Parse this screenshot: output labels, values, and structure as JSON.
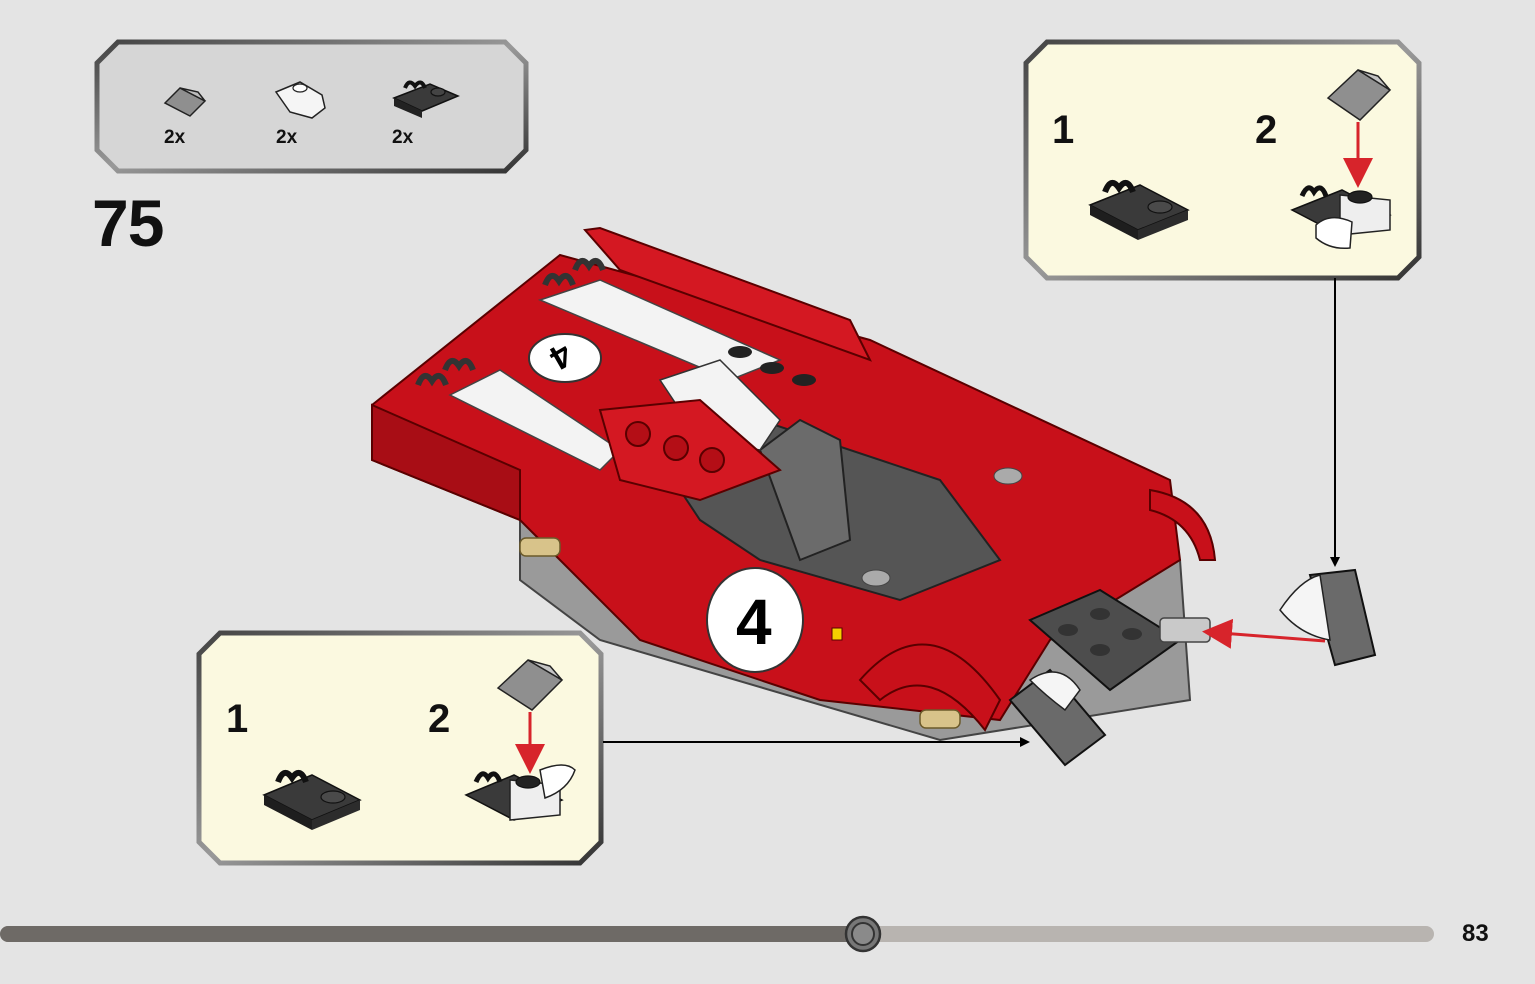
{
  "step": {
    "number": "75"
  },
  "parts_list": {
    "items": [
      {
        "icon": "grey-slope-piece-icon",
        "quantity": "2x"
      },
      {
        "icon": "white-curved-plate-icon",
        "quantity": "2x"
      },
      {
        "icon": "black-clip-plate-icon",
        "quantity": "2x"
      }
    ]
  },
  "sub_assembly_top": {
    "step_1": "1",
    "step_2": "2"
  },
  "sub_assembly_bottom": {
    "step_1": "1",
    "step_2": "2"
  },
  "model": {
    "race_number": "4"
  },
  "progress": {
    "fraction": 0.6
  },
  "page": {
    "number": "83"
  },
  "colors": {
    "callout_bg": "#fbf9e0",
    "parts_bg": "#d6d6d6",
    "car_red": "#c8101a",
    "arrow_red": "#d7242b"
  }
}
